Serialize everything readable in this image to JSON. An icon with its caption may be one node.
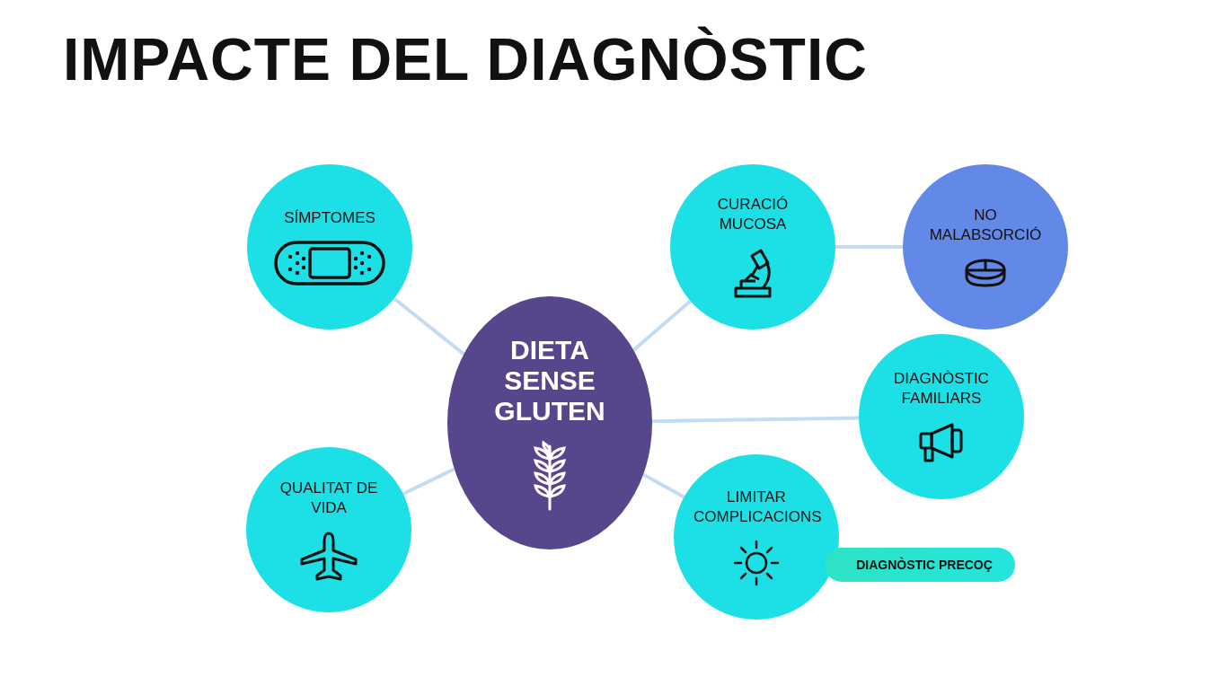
{
  "diagram": {
    "title": "IMPACTE DEL DIAGNÒSTIC",
    "nodes": [
      {
        "text": [
          "DIETA SENSE GLUTEN"
        ]
      },
      {
        "text": [
          "SÍMPTOMES"
        ]
      },
      {
        "text": [
          "QUALITAT DE VIDA"
        ]
      },
      {
        "text": [
          "CURACIÓ MUCOSA"
        ]
      },
      {
        "text": [
          "NO MALABSORCIÓ"
        ]
      },
      {
        "text": [
          "DIAGNÒSTIC FAMILIARS"
        ]
      },
      {
        "text": [
          "LIMITAR COMPLICACIONS"
        ]
      },
      {
        "text": [
          "DIAGNÒSTIC PRECOÇ"
        ]
      }
    ],
    "edges": [
      {
        "from": 0,
        "to": 1,
        "arrow": "none"
      },
      {
        "from": 0,
        "to": 2,
        "arrow": "none"
      },
      {
        "from": 0,
        "to": 3,
        "arrow": "none"
      },
      {
        "from": 3,
        "to": 4,
        "arrow": "none"
      },
      {
        "from": 0,
        "to": 5,
        "arrow": "none"
      },
      {
        "from": 0,
        "to": 6,
        "arrow": "none"
      }
    ]
  }
}
